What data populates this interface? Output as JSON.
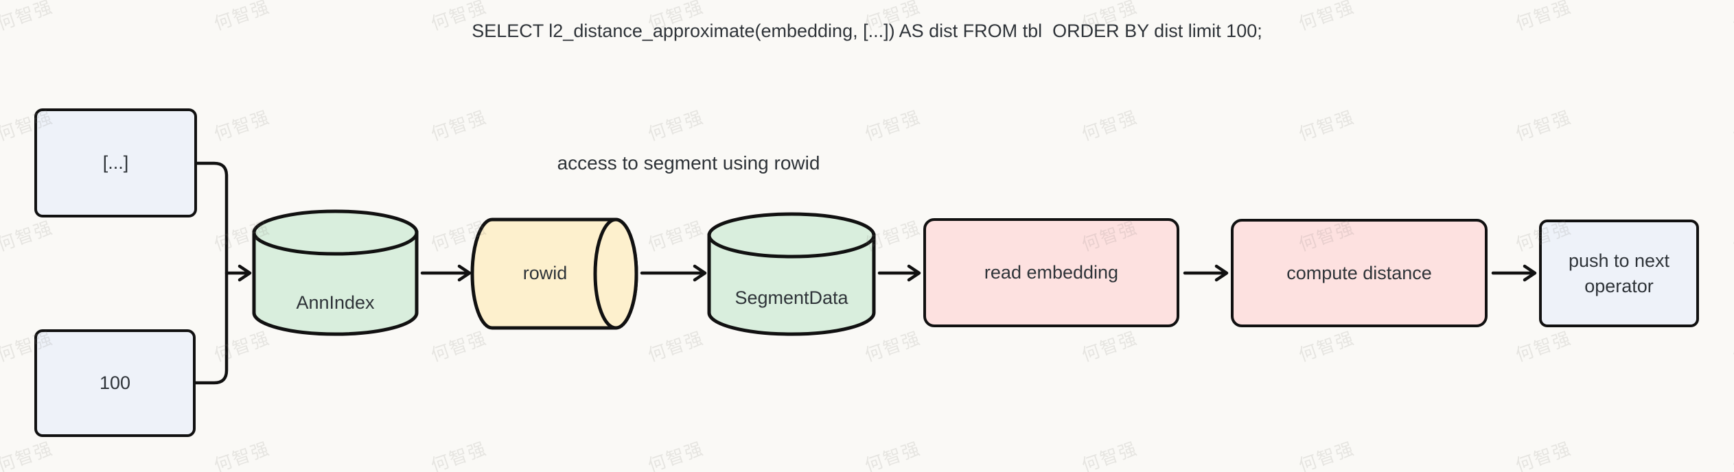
{
  "title": {
    "query": "SELECT l2_distance_approximate(embedding, [...]) AS dist FROM tbl  ORDER BY dist limit 100;"
  },
  "annotation": {
    "text": "access to segment using rowid"
  },
  "watermark": {
    "text": "何智强"
  },
  "colors": {
    "canvas": "#faf9f6",
    "stroke": "#111111",
    "text": "#2e3338",
    "node-blue": "#eef2f9",
    "node-green": "#d9eedd",
    "node-tan": "#fdf0cd",
    "node-pink": "#fde1e0",
    "watermark": "rgba(130,125,118,0.16)"
  },
  "nodes": {
    "input_vector": {
      "label": "[...]"
    },
    "limit": {
      "label": "100"
    },
    "ann_index": {
      "label": "AnnIndex"
    },
    "rowid": {
      "label": "rowid"
    },
    "segment_data": {
      "label": "SegmentData"
    },
    "read_embedding": {
      "label": "read embedding"
    },
    "compute_distance": {
      "label": "compute distance"
    },
    "push_to_next_operator": {
      "label": "push to next operator"
    }
  }
}
